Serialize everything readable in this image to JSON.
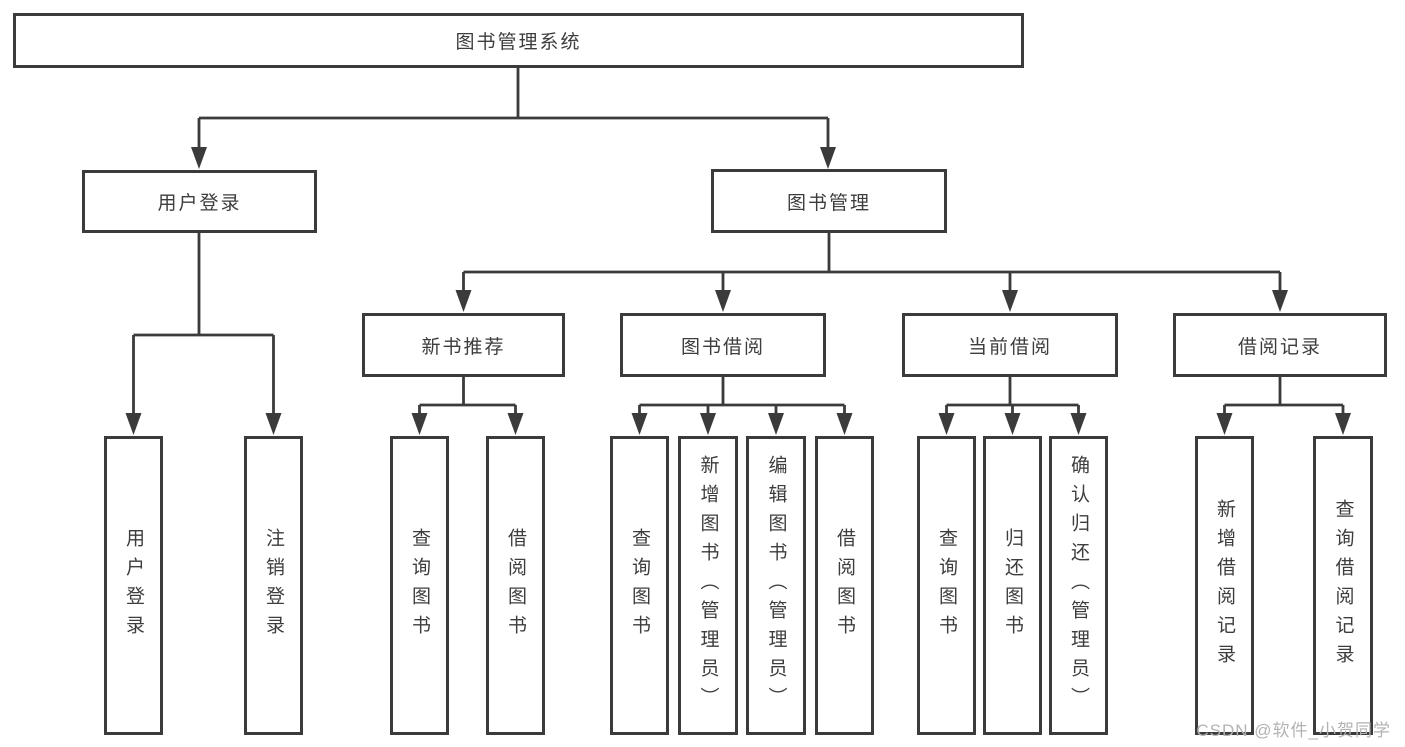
{
  "diagram_type": "hierarchy-tree",
  "colors": {
    "line": "#3b3b3b",
    "box_border": "#3b3b3b",
    "box_background": "#ffffff",
    "text": "#3d3d3d",
    "watermark": "#b3b3b3"
  },
  "watermark": "CSDN @软件_小贺同学",
  "tree": {
    "label": "图书管理系统",
    "children": [
      {
        "label": "用户登录",
        "children": [
          {
            "label": "用户登录"
          },
          {
            "label": "注销登录"
          }
        ]
      },
      {
        "label": "图书管理",
        "children": [
          {
            "label": "新书推荐",
            "children": [
              {
                "label": "查询图书"
              },
              {
                "label": "借阅图书"
              }
            ]
          },
          {
            "label": "图书借阅",
            "children": [
              {
                "label": "查询图书"
              },
              {
                "label": "新增图书（管理员）"
              },
              {
                "label": "编辑图书（管理员）"
              },
              {
                "label": "借阅图书"
              }
            ]
          },
          {
            "label": "当前借阅",
            "children": [
              {
                "label": "查询图书"
              },
              {
                "label": "归还图书"
              },
              {
                "label": "确认归还（管理员）"
              }
            ]
          },
          {
            "label": "借阅记录",
            "children": [
              {
                "label": "新增借阅记录"
              },
              {
                "label": "查询借阅记录"
              }
            ]
          }
        ]
      }
    ]
  }
}
